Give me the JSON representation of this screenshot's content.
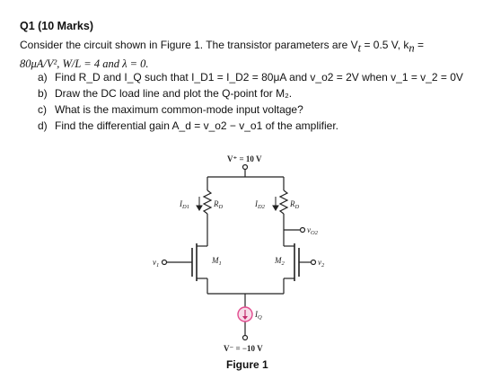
{
  "question": {
    "title": "Q1 (10 Marks)",
    "intro_line1": "Consider the circuit shown in Figure 1. The transistor parameters are V",
    "intro_line1_sub": "t",
    "intro_line1_rest": " = 0.5 V, k",
    "intro_line1_rest2": " =",
    "intro_line2": "80μA/V², W/L = 4 and λ = 0."
  },
  "parts": [
    {
      "label": "a)",
      "text": "Find R_D and I_Q such that I_D1 = I_D2 = 80μA and v_o2 = 2V when v_1 = v_2 = 0V"
    },
    {
      "label": "b)",
      "text": "Draw the DC load line and plot the Q-point for M₂."
    },
    {
      "label": "c)",
      "text": "What is the maximum common-mode input voltage?"
    },
    {
      "label": "d)",
      "text": "Find the differential gain A_d = v_o2 − v_o1 of the amplifier."
    }
  ],
  "circuit": {
    "vplus": "V⁺ = 10 V",
    "vminus": "V⁻ = −10 V",
    "id1": "I",
    "id1_sub": "D1",
    "id2": "I",
    "id2_sub": "D2",
    "rd_left": "R",
    "rd_left_sub": "D",
    "rd_right": "R",
    "rd_right_sub": "D",
    "vo2": "v",
    "vo2_sub": "O2",
    "m1": "M",
    "m1_sub": "1",
    "m2": "M",
    "m2_sub": "2",
    "v1": "v",
    "v1_sub": "1",
    "v2": "v",
    "v2_sub": "2",
    "iq": "I",
    "iq_sub": "Q",
    "current_source_color": "#e24b8f"
  },
  "figure_caption": "Figure 1"
}
